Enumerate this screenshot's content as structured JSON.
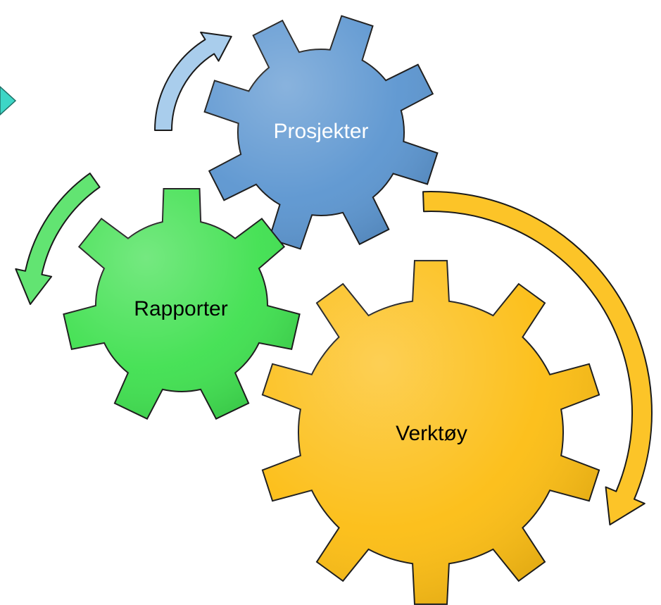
{
  "diagram": {
    "gears": [
      {
        "id": "prosjekter",
        "label": "Prosjekter",
        "fill": "#5b95d0",
        "label_color": "#ffffff"
      },
      {
        "id": "rapporter",
        "label": "Rapporter",
        "fill": "#3fe04f",
        "label_color": "#000000"
      },
      {
        "id": "verktoy",
        "label": "Verktøy",
        "fill": "#fcbd12",
        "label_color": "#000000"
      }
    ],
    "arrows": [
      {
        "id": "blue",
        "fill": "#a9cdec"
      },
      {
        "id": "green",
        "fill": "#62e472"
      },
      {
        "id": "yellow",
        "fill": "#fcc428"
      }
    ],
    "partial_shape": {
      "fill": "#3dd6c6"
    }
  }
}
